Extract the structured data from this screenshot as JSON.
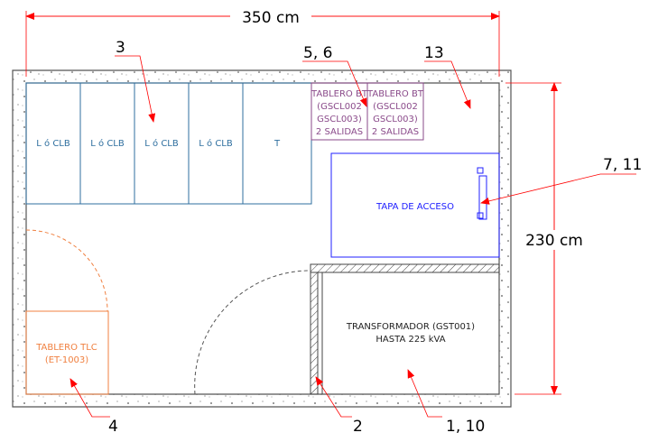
{
  "dimensions": {
    "width": "350 cm",
    "height": "230 cm"
  },
  "cells": [
    {
      "label": "L ó CLB"
    },
    {
      "label": "L ó CLB"
    },
    {
      "label": "L ó CLB"
    },
    {
      "label": "L ó CLB"
    },
    {
      "label": "T"
    }
  ],
  "tableros_bt": [
    {
      "lines": [
        "TABLERO BT",
        "(GSCL002",
        "GSCL003)",
        "2 SALIDAS"
      ]
    },
    {
      "lines": [
        "TABLERO BT",
        "(GSCL002",
        "GSCL003)",
        "2 SALIDAS"
      ]
    }
  ],
  "tapa": {
    "label": "TAPA DE ACCESO"
  },
  "transformer": {
    "line1": "TRANSFORMADOR (GST001)",
    "line2": "HASTA 225 kVA"
  },
  "tablero_tlc": {
    "line1": "TABLERO TLC",
    "line2": "(ET-1003)"
  },
  "callouts": {
    "c3": "3",
    "c56": "5, 6",
    "c13": "13",
    "c711": "7, 11",
    "c4": "4",
    "c2": "2",
    "c110": "1, 10"
  },
  "colors": {
    "dim": "#ff0000",
    "cells": "#2f6f9f",
    "tablero_bt": "#8a4a8a",
    "tapa": "#2020ff",
    "tlc": "#f08040"
  }
}
